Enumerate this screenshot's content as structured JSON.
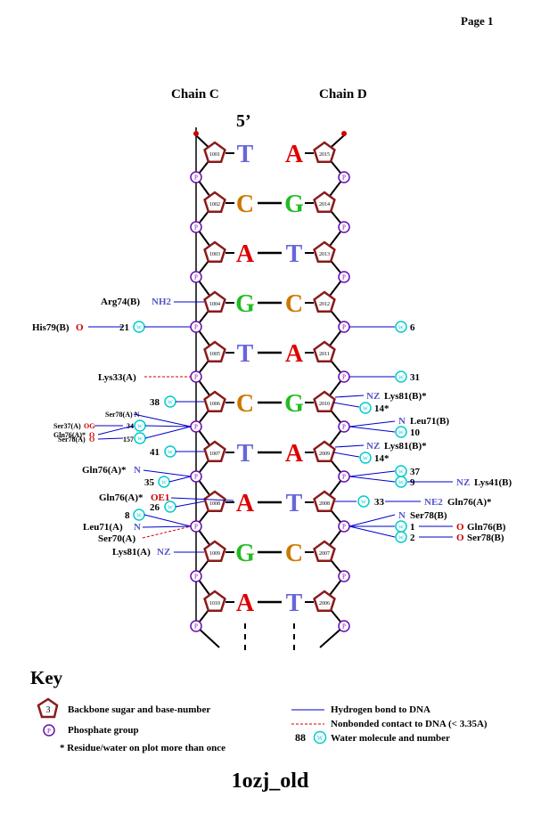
{
  "page_label": "Page 1",
  "title": "1ozj_old",
  "chain_left": "Chain C",
  "chain_right": "Chain D",
  "five_prime": "5’",
  "colors": {
    "T": "#6666dd",
    "A": "#dd0000",
    "C": "#cc7700",
    "G": "#22bb22",
    "sugar": "#8b1a1a",
    "phosphate": "#6a0dad",
    "water": "#00cccc",
    "hbond": "#0000cc",
    "nonbond": "#cc0000",
    "atom_n": "#5555cc",
    "atom_o": "#cc0000"
  },
  "bases": [
    {
      "left": "T",
      "right": "A",
      "left_num": "1001",
      "right_num": "2015"
    },
    {
      "left": "C",
      "right": "G",
      "left_num": "1002",
      "right_num": "2014"
    },
    {
      "left": "A",
      "right": "T",
      "left_num": "1003",
      "right_num": "2013"
    },
    {
      "left": "G",
      "right": "C",
      "left_num": "1004",
      "right_num": "2012"
    },
    {
      "left": "T",
      "right": "A",
      "left_num": "1005",
      "right_num": "2011"
    },
    {
      "left": "C",
      "right": "G",
      "left_num": "1006",
      "right_num": "2010"
    },
    {
      "left": "T",
      "right": "A",
      "left_num": "1007",
      "right_num": "2009"
    },
    {
      "left": "A",
      "right": "T",
      "left_num": "1008",
      "right_num": "2008"
    },
    {
      "left": "G",
      "right": "C",
      "left_num": "1009",
      "right_num": "2007"
    },
    {
      "left": "A",
      "right": "T",
      "left_num": "1010",
      "right_num": "2006"
    }
  ],
  "phosphate_label": "P",
  "water_label": "W",
  "labels": {
    "arg74": "Arg74(B)",
    "nh2": "NH2",
    "his79": "His79(B)",
    "his79_o": "O",
    "w21": "21",
    "w6": "6",
    "lys33": "Lys33(A)",
    "w31": "31",
    "w38": "38",
    "nz1": "NZ",
    "lys81b_1": "Lys81(B)*",
    "w14a": "14*",
    "ser78a_n": "Ser78(A) N",
    "ser37": "Ser37(A)",
    "og": "OG",
    "w34": "34",
    "gln76a_o": "Gln76(A)*",
    "o1": "O",
    "w157": "157",
    "ser78a_o": "Ser78(A)",
    "o2": "O",
    "n_leu71b": "N",
    "leu71b": "Leu71(B)",
    "w10": "10",
    "w41": "41",
    "nz2": "NZ",
    "lys81b_2": "Lys81(B)*",
    "w14b": "14*",
    "gln76a_n": "Gln76(A)*",
    "n1": "N",
    "w35": "35",
    "w37": "37",
    "w9": "9",
    "nz3": "NZ",
    "lys41b": "Lys41(B)",
    "gln76a_oe1": "Gln76(A)*",
    "oe1": "OE1",
    "w26": "26",
    "w33": "33",
    "ne2": "NE2",
    "gln76a_ne2": "Gln76(A)*",
    "w8": "8",
    "n_ser78b": "N",
    "ser78b_n": "Ser78(B)",
    "leu71a": "Leu71(A)",
    "n2": "N",
    "ser70a": "Ser70(A)",
    "w1": "1",
    "o3": "O",
    "gln76b": "Gln76(B)",
    "w2": "2",
    "o4": "O",
    "ser78b": "Ser78(B)",
    "lys81a": "Lys81(A)",
    "nz4": "NZ"
  },
  "key": {
    "title": "Key",
    "sugar_num": "3",
    "sugar": "Backbone sugar and base-number",
    "phosphate": "Phosphate group",
    "star_note": "* Residue/water on plot more than once",
    "hbond": "Hydrogen bond to DNA",
    "nonbond": "Nonbonded contact to DNA (< 3.35A)",
    "water_num": "88",
    "water": "Water molecule and number"
  }
}
